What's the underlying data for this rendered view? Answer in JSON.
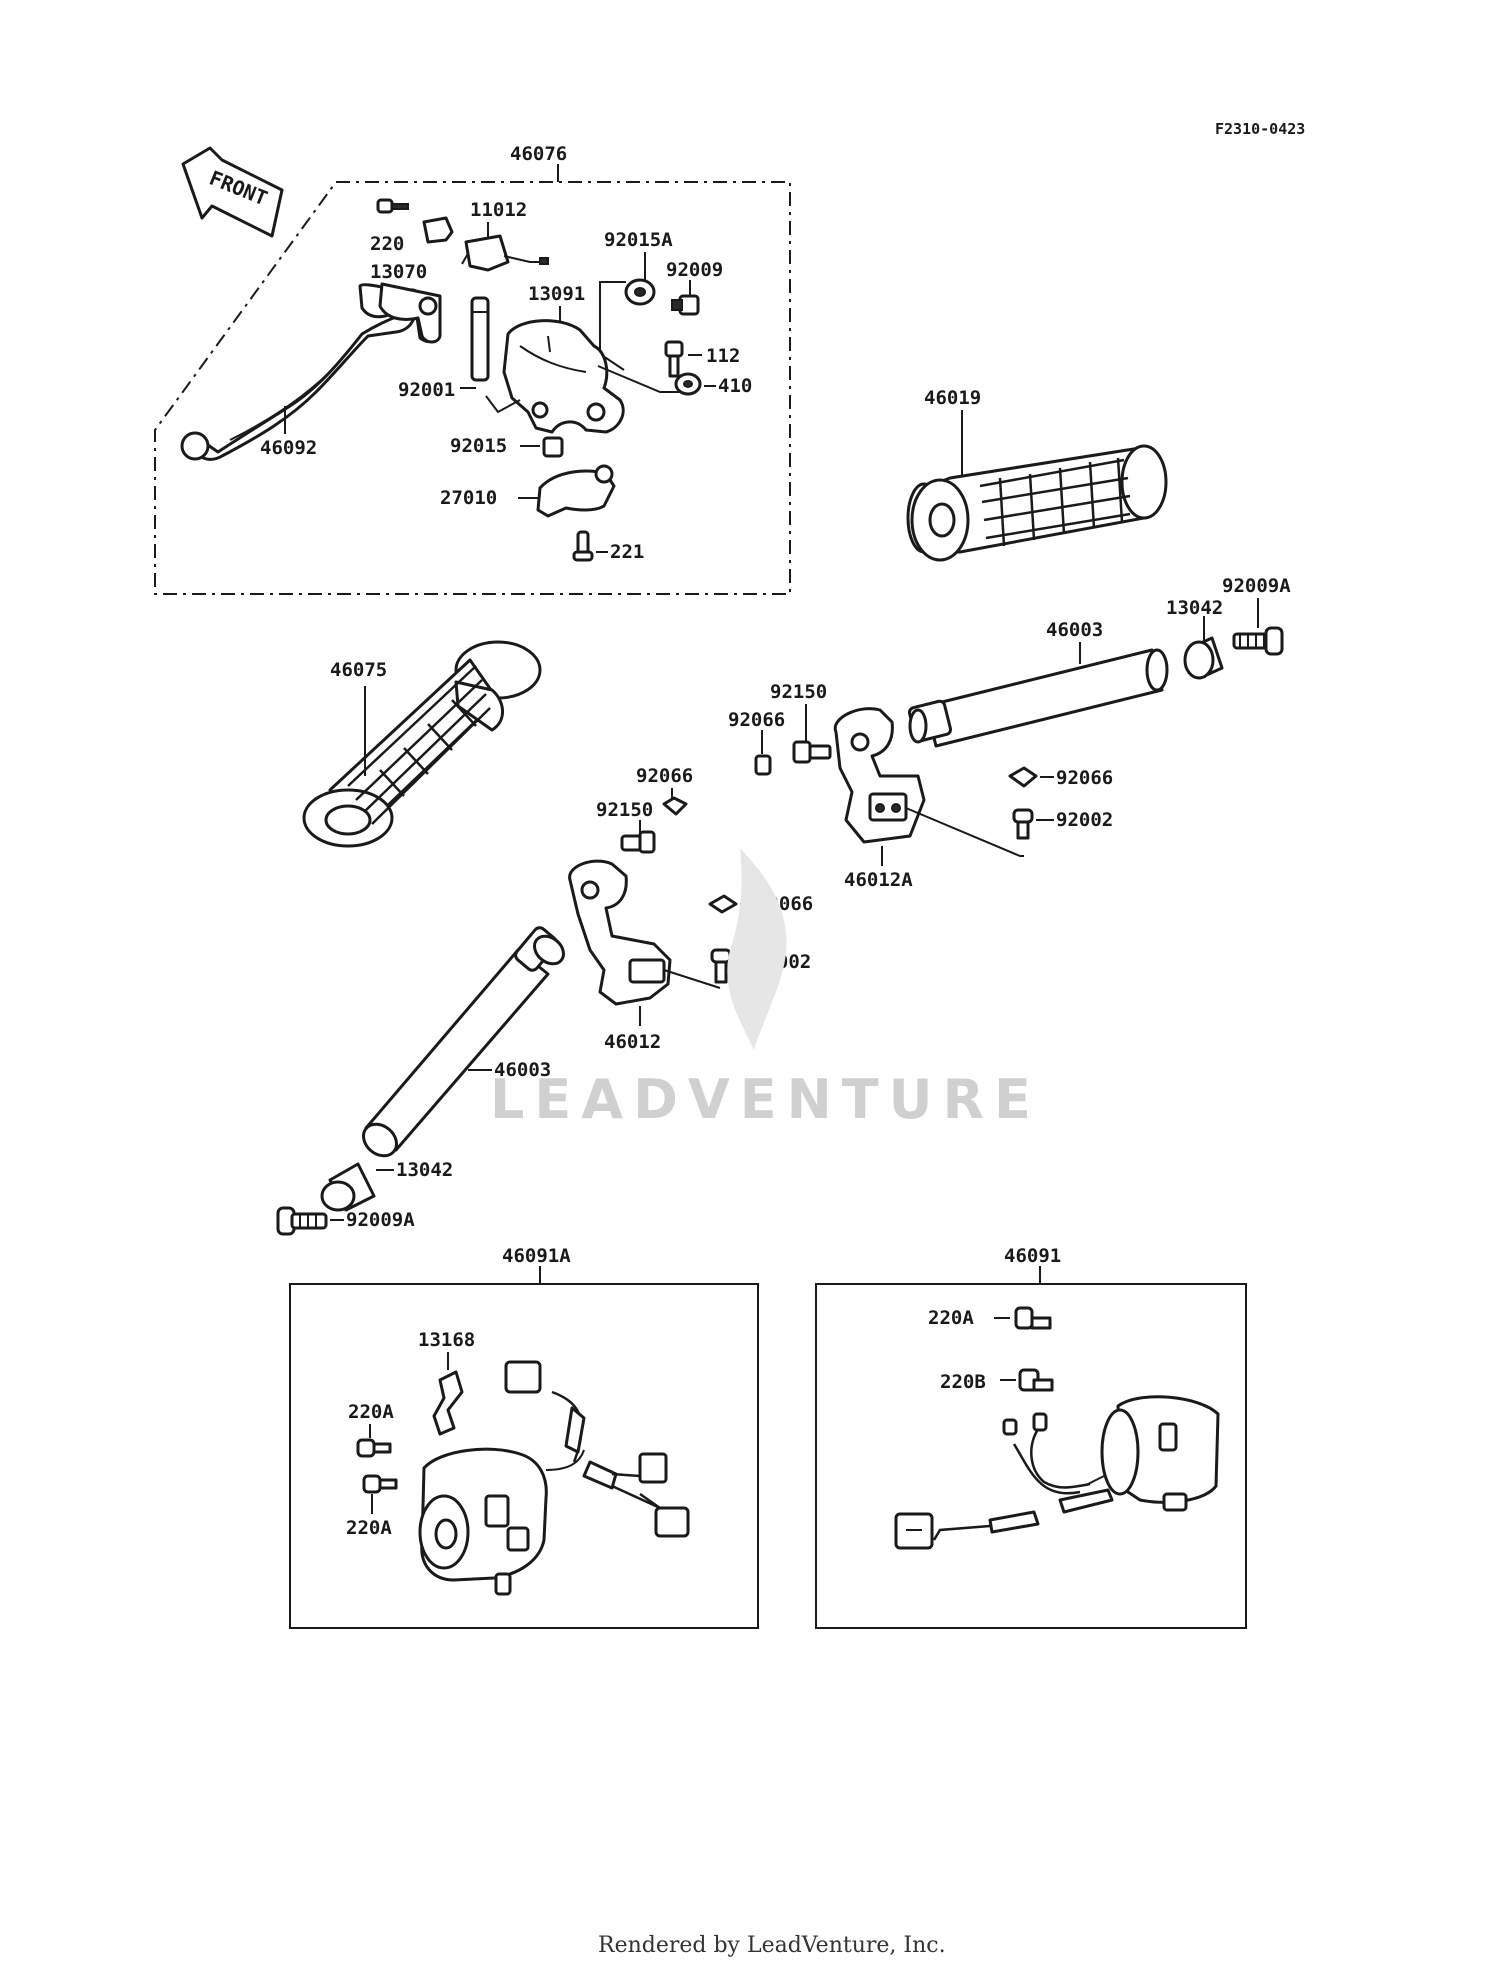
{
  "diagram": {
    "figure_code": "F2310-0423",
    "front_label": "FRONT",
    "watermark": "LEADVENTURE",
    "footer": "Rendered by LeadVenture, Inc.",
    "labels": {
      "l46076": "46076",
      "l220": "220",
      "l11012": "11012",
      "l13070": "13070",
      "l92015A": "92015A",
      "l92009": "92009",
      "l13091": "13091",
      "l112": "112",
      "l92001": "92001",
      "l410": "410",
      "l46092": "46092",
      "l92015": "92015",
      "l27010": "27010",
      "l221": "221",
      "l46019": "46019",
      "l92009A_top": "92009A",
      "l13042_top": "13042",
      "l46003_top": "46003",
      "l46075": "46075",
      "l92150_top": "92150",
      "l92066_top": "92066",
      "l92066_r1": "92066",
      "l92002_r1": "92002",
      "l46012A": "46012A",
      "l92066_mid": "92066",
      "l92150_mid": "92150",
      "l92066_r2": "92066",
      "l92002_r2": "92002",
      "l46012": "46012",
      "l46003_bot": "46003",
      "l13042_bot": "13042",
      "l92009A_bot": "92009A",
      "l46091A": "46091A",
      "l13168": "13168",
      "l220A_1": "220A",
      "l220A_2": "220A",
      "l46091": "46091",
      "l220A_3": "220A",
      "l220B": "220B"
    }
  }
}
